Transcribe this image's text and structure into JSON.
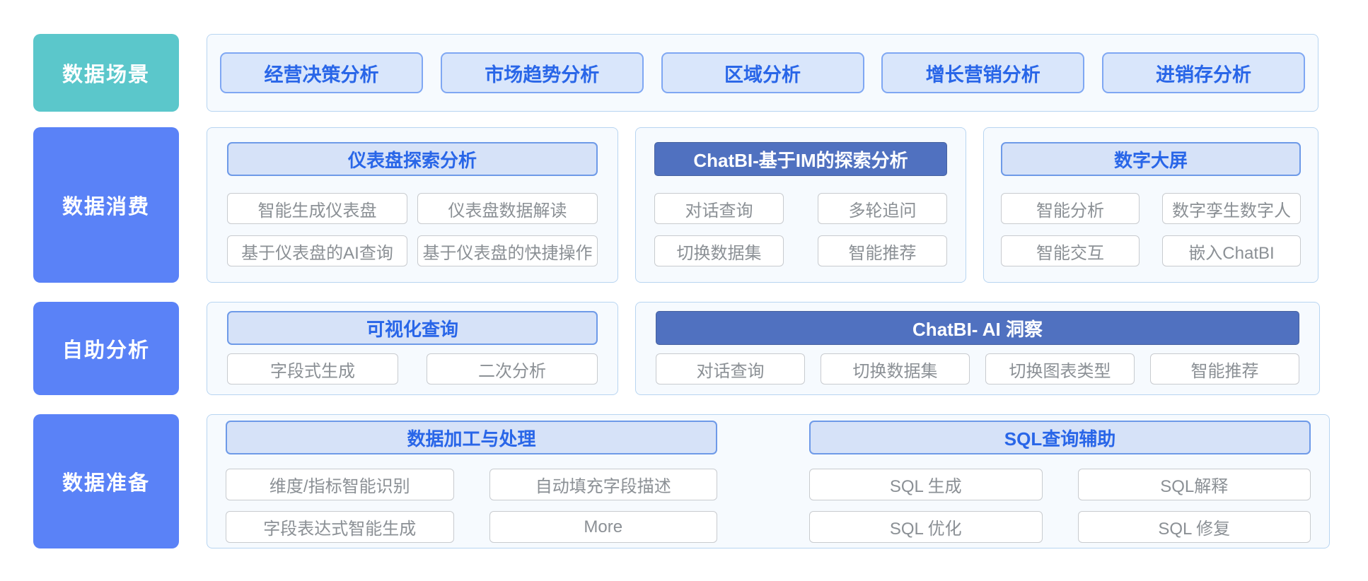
{
  "diagram": {
    "rows": [
      {
        "label": "数据场景",
        "panels": [
          {
            "chips": [
              "经营决策分析",
              "市场趋势分析",
              "区域分析",
              "增长营销分析",
              "进销存分析"
            ]
          }
        ]
      },
      {
        "label": "数据消费",
        "panels": [
          {
            "header": "仪表盘探索分析",
            "chips": [
              "智能生成仪表盘",
              "仪表盘数据解读",
              "基于仪表盘的AI查询",
              "基于仪表盘的快捷操作"
            ]
          },
          {
            "header": "ChatBI-基于IM的探索分析",
            "chips": [
              "对话查询",
              "多轮追问",
              "切换数据集",
              "智能推荐"
            ]
          },
          {
            "header": "数字大屏",
            "chips": [
              "智能分析",
              "数字孪生数字人",
              "智能交互",
              "嵌入ChatBI"
            ]
          }
        ]
      },
      {
        "label": "自助分析",
        "panels": [
          {
            "header": "可视化查询",
            "chips": [
              "字段式生成",
              "二次分析"
            ]
          },
          {
            "header": "ChatBI- AI 洞察",
            "chips": [
              "对话查询",
              "切换数据集",
              "切换图表类型",
              "智能推荐"
            ]
          }
        ]
      },
      {
        "label": "数据准备",
        "groups": [
          {
            "header": "数据加工与处理",
            "chips": [
              "维度/指标智能识别",
              "自动填充字段描述",
              "字段表达式智能生成",
              "More"
            ]
          },
          {
            "header": "SQL查询辅助",
            "chips": [
              "SQL 生成",
              "SQL解释",
              "SQL 优化",
              "SQL 修复"
            ]
          }
        ]
      }
    ]
  },
  "colors": {
    "scene_label_bg": "#5BC7CB",
    "category_label_bg": "#5A82F7",
    "panel_bg": "#F6FAFE",
    "panel_border": "#B8D5F1",
    "scenario_chip_bg": "#D9E6FB",
    "scenario_chip_border": "#7FA7F3",
    "accent_blue_text": "#2966E8",
    "header_light_bg": "#D6E2F8",
    "header_light_border": "#6E9AE8",
    "header_dark_bg": "#5071C0",
    "feature_chip_border": "#C8CBCF",
    "feature_chip_text": "#8B9095"
  }
}
